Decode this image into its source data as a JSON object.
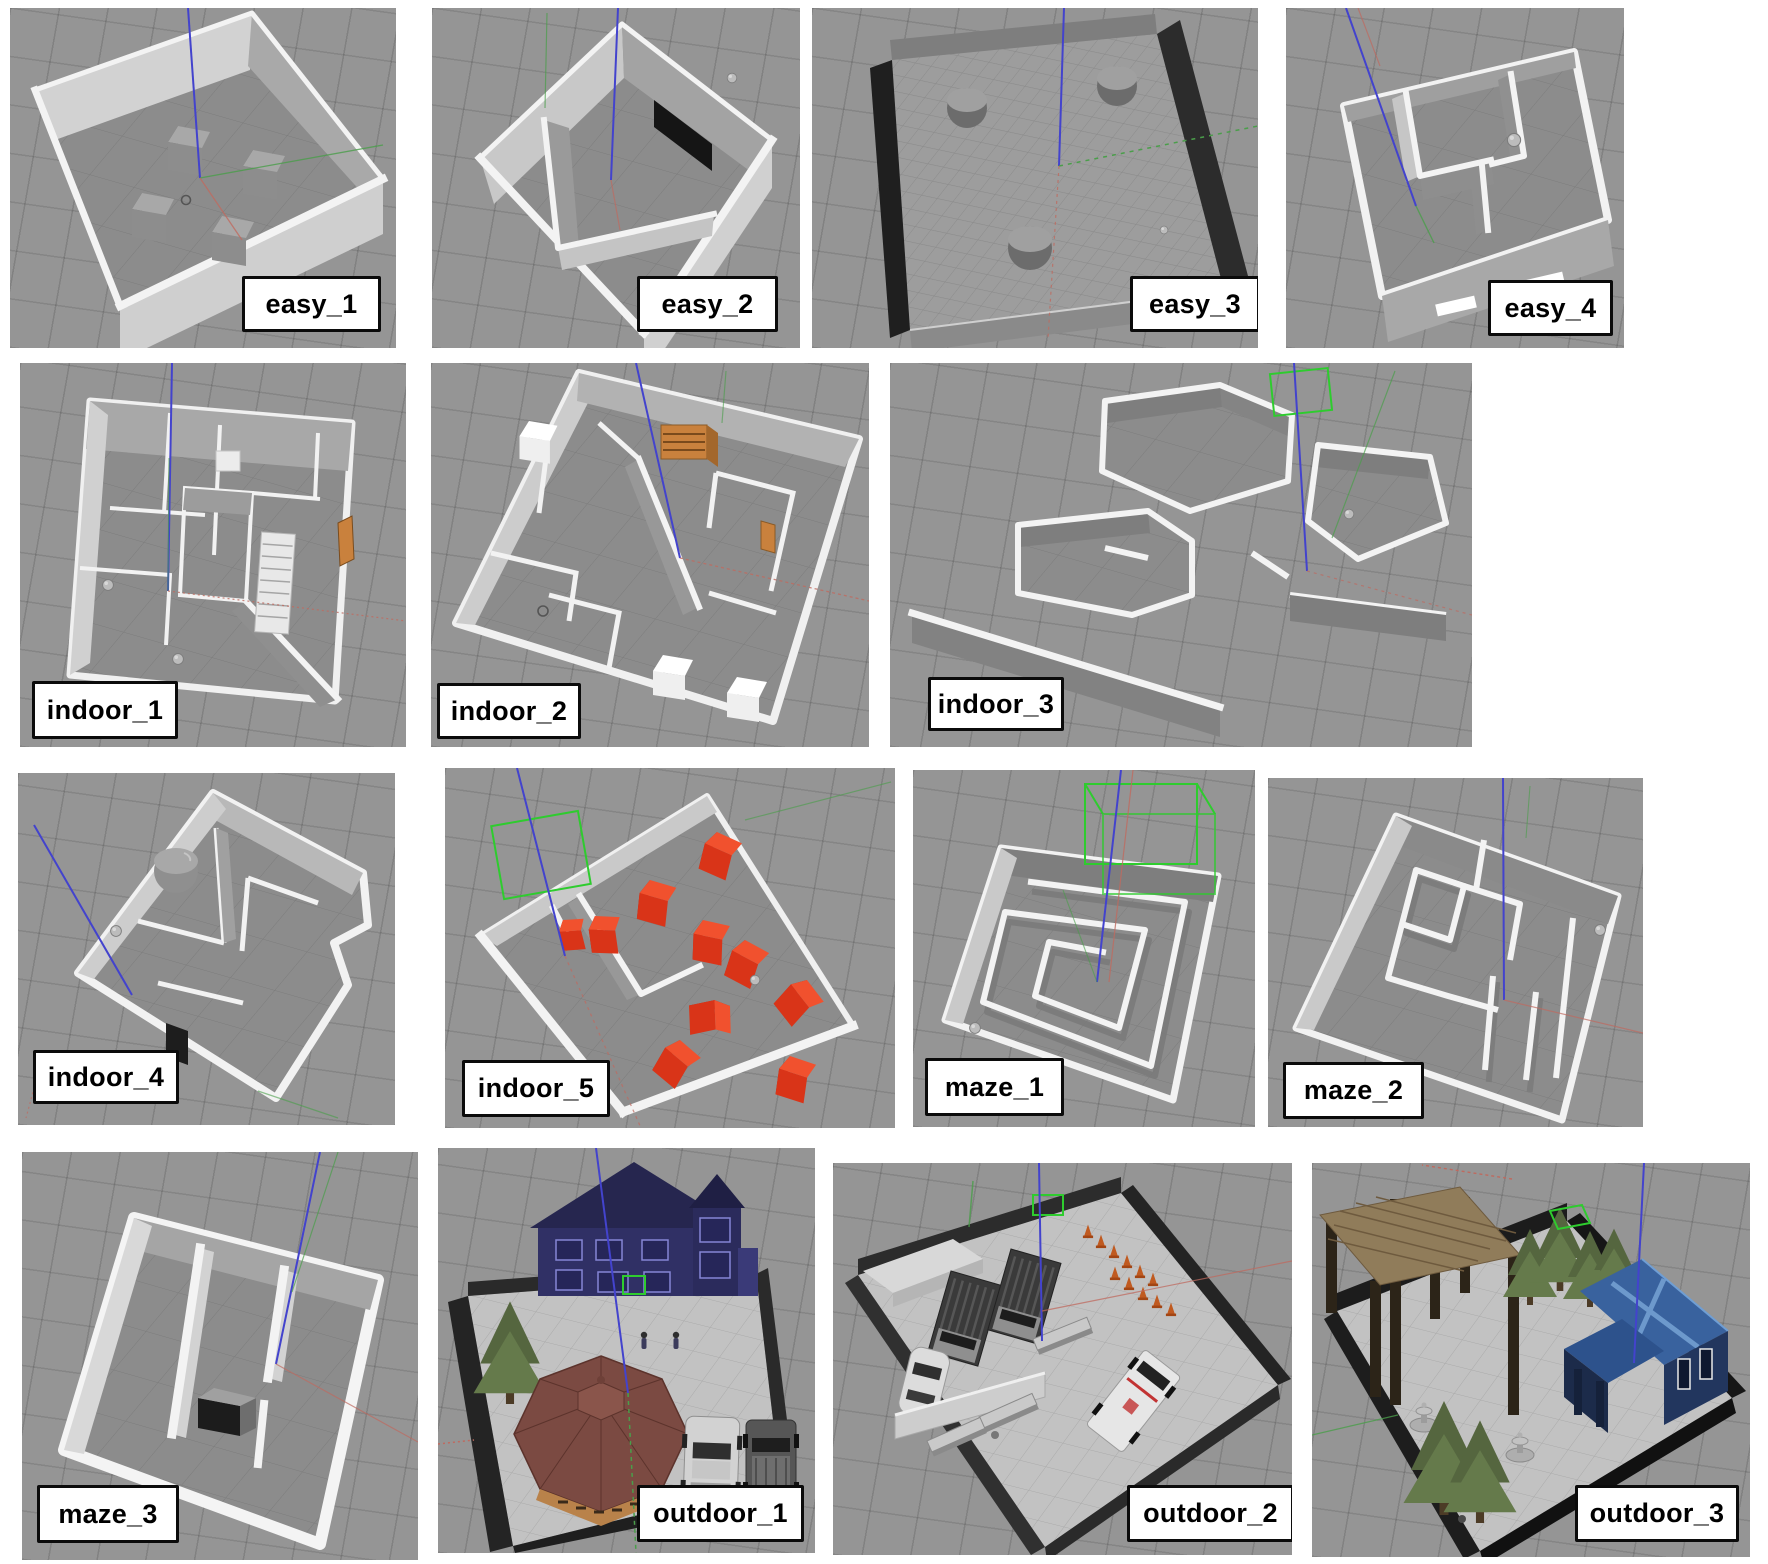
{
  "figure": {
    "background": "#ffffff",
    "panel_count": 15
  },
  "panels": [
    {
      "id": "easy_1",
      "label": "easy_1"
    },
    {
      "id": "easy_2",
      "label": "easy_2"
    },
    {
      "id": "easy_3",
      "label": "easy_3"
    },
    {
      "id": "easy_4",
      "label": "easy_4"
    },
    {
      "id": "indoor_1",
      "label": "indoor_1"
    },
    {
      "id": "indoor_2",
      "label": "indoor_2"
    },
    {
      "id": "indoor_3",
      "label": "indoor_3"
    },
    {
      "id": "indoor_4",
      "label": "indoor_4"
    },
    {
      "id": "indoor_5",
      "label": "indoor_5"
    },
    {
      "id": "maze_1",
      "label": "maze_1"
    },
    {
      "id": "maze_2",
      "label": "maze_2"
    },
    {
      "id": "maze_3",
      "label": "maze_3"
    },
    {
      "id": "outdoor_1",
      "label": "outdoor_1"
    },
    {
      "id": "outdoor_2",
      "label": "outdoor_2"
    },
    {
      "id": "outdoor_3",
      "label": "outdoor_3"
    }
  ],
  "colors": {
    "viewport_gray": "#959595",
    "floor_gray": "#8c8c8c",
    "wall_white": "#f3f3f3",
    "axis_blue": "#4343cd",
    "axis_green": "#4a9e4a",
    "axis_red": "#bf6a5f",
    "selection_green": "#2ecc2e",
    "box_red": "#d93418",
    "wood_orange": "#c9813d",
    "house_navy": "#2e2e63",
    "barn_blue": "#39629e",
    "gazebo_roof": "#7b4a42",
    "tree_green": "#657a4b",
    "cone_orange": "#c05a20",
    "dark_wall": "#1f1f1f"
  }
}
